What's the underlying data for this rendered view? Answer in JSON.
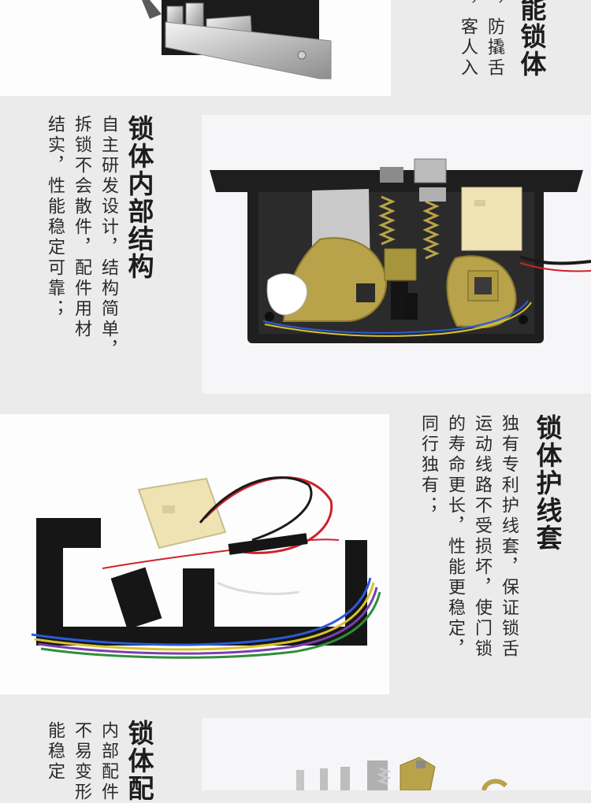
{
  "section1": {
    "title": "能锁体",
    "lines": [
      "，防撬舌",
      "，客人入"
    ]
  },
  "section2": {
    "title": "锁体内部结构",
    "lines": [
      "自主研发设计，结构简单，",
      "拆锁不会散件，配件用材",
      "结实，性能稳定可靠；"
    ]
  },
  "section3": {
    "title": "锁体护线套",
    "lines": [
      "独有专利护线套，保证锁舌",
      "运动线路不受损坏，使门锁",
      "的寿命更长，性能更稳定，",
      "同行独有；"
    ]
  },
  "section4": {
    "title": "锁体配",
    "lines": [
      "内部配件",
      "不易变形",
      "能稳定"
    ]
  },
  "colors": {
    "page_bg": "#ebebeb",
    "lock_body": "#1b1b1b",
    "gold_part": "#b8a24a",
    "connector": "#efe3b3",
    "wire_red": "#d0202a",
    "wire_blue": "#2a5bd7",
    "wire_yellow": "#d8c12c",
    "wire_green": "#2f8f3a",
    "wire_purple": "#7a3fb0"
  }
}
